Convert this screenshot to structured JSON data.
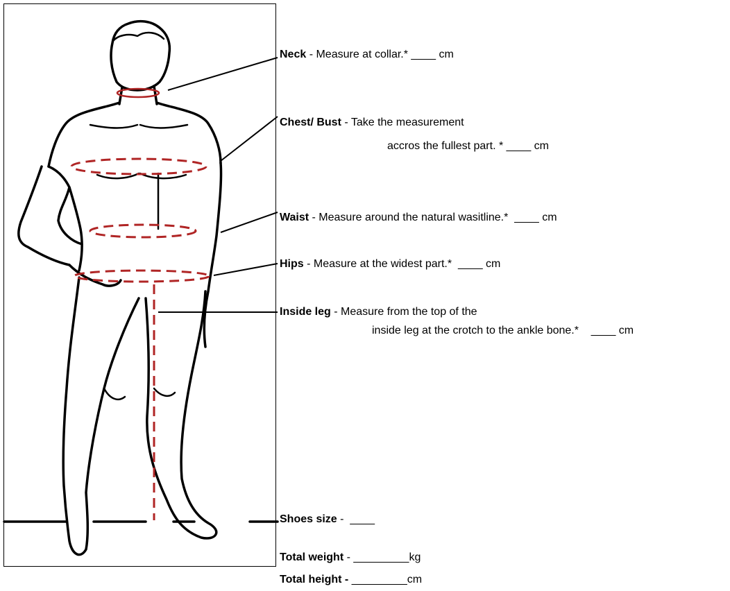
{
  "colors": {
    "measure_line": "#b02525",
    "outline": "#000000"
  },
  "measurements": [
    {
      "id": "neck",
      "name": "Neck",
      "sep": " - ",
      "lines": [
        "Measure at collar.* ____ cm"
      ]
    },
    {
      "id": "chest",
      "name": "Chest/ Bust",
      "sep": " - ",
      "lines": [
        "Take the measurement",
        "accros the fullest part. * ____ cm"
      ]
    },
    {
      "id": "waist",
      "name": "Waist",
      "sep": " - ",
      "lines": [
        "Measure around the natural wasitline.*  ____ cm"
      ]
    },
    {
      "id": "hips",
      "name": "Hips",
      "sep": " - ",
      "lines": [
        "Measure at the widest part.*  ____ cm"
      ]
    },
    {
      "id": "inside_leg",
      "name": "Inside leg",
      "sep": " - ",
      "lines": [
        "Measure from the top of the",
        "inside leg at the crotch to the ankle bone.*    ____ cm"
      ]
    },
    {
      "id": "shoes",
      "name": "Shoes size",
      "sep": " - ",
      "lines": [
        " ____"
      ]
    },
    {
      "id": "weight",
      "name": "Total weight",
      "sep": " - ",
      "lines": [
        "_________kg"
      ]
    },
    {
      "id": "height",
      "name": "Total height - ",
      "sep": "",
      "lines": [
        "_________cm"
      ]
    }
  ]
}
